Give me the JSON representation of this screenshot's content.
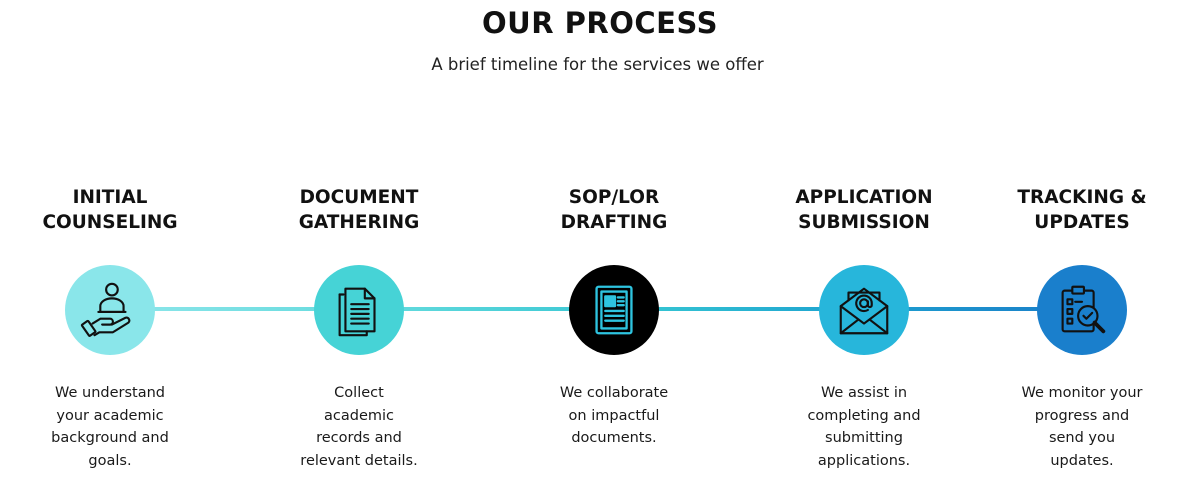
{
  "header": {
    "title": "OUR PROCESS",
    "subtitle": "A brief timeline for the services we offer"
  },
  "colors": {
    "step1": "#8ae6ea",
    "step2": "#46d3d6",
    "step3": "#000000",
    "step4": "#27b6db",
    "step5": "#1a7fcc",
    "icon_stroke": "#111111",
    "sop_icon_accent": "#2ec4e0"
  },
  "steps": [
    {
      "title_lines": [
        "INITIAL",
        "COUNSELING"
      ],
      "icon": "person-hand-icon",
      "desc_lines": [
        "We understand",
        "your academic",
        "background and",
        "goals."
      ]
    },
    {
      "title_lines": [
        "DOCUMENT",
        "GATHERING"
      ],
      "icon": "document-icon",
      "desc_lines": [
        "Collect",
        "academic",
        "records and",
        "relevant details."
      ]
    },
    {
      "title_lines": [
        "SOP/LOR",
        "DRAFTING"
      ],
      "icon": "article-icon",
      "desc_lines": [
        "We collaborate",
        "on impactful",
        "documents."
      ]
    },
    {
      "title_lines": [
        "APPLICATION",
        "SUBMISSION"
      ],
      "icon": "email-envelope-icon",
      "desc_lines": [
        "We assist in",
        "completing and",
        "submitting",
        "applications."
      ]
    },
    {
      "title_lines": [
        "TRACKING &",
        "UPDATES"
      ],
      "icon": "clipboard-search-icon",
      "desc_lines": [
        "We monitor your",
        "progress and",
        "send you",
        "updates."
      ]
    }
  ]
}
